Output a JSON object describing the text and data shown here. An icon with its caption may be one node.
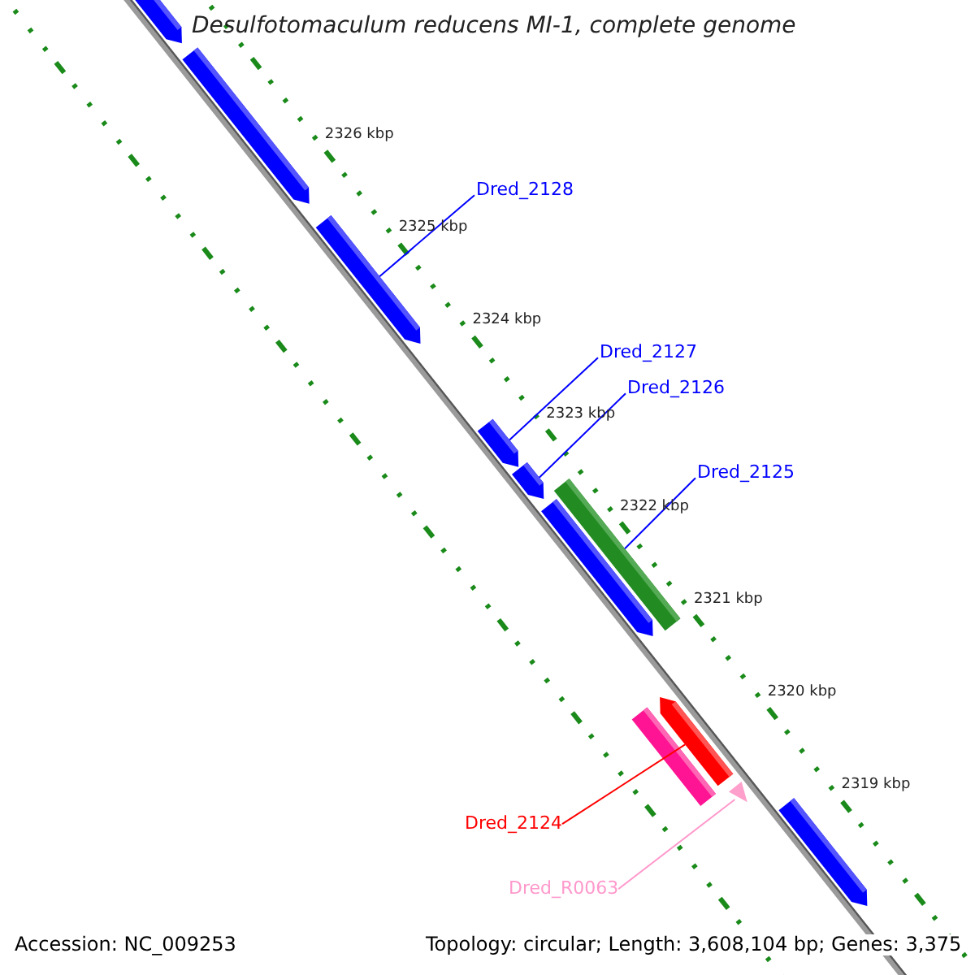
{
  "diagram": {
    "title": "Desulfotomaculum reducens MI-1, complete genome",
    "nodes": [
      {
        "text": [],
        "shape": "arrow"
      },
      {
        "text": [],
        "shape": "arrow"
      },
      {
        "text": [
          "Dred_2128"
        ]
      },
      {
        "text": [],
        "shape": "arrow"
      },
      {
        "text": [
          "Dred_2127"
        ]
      },
      {
        "text": [
          "Dred_2126"
        ]
      },
      {
        "text": [],
        "shape": "arrow"
      },
      {
        "text": [],
        "shape": "arrow"
      },
      {
        "text": [
          "Dred_2125"
        ]
      },
      {
        "text": [],
        "shape": "arrow"
      },
      {
        "text": [],
        "shape": "arrow"
      },
      {
        "text": [],
        "shape": "arrow"
      },
      {
        "text": [],
        "shape": "arrow"
      },
      {
        "text": [],
        "shape": "arrow"
      },
      {
        "text": [
          "Dred_2124"
        ]
      },
      {
        "text": [
          "Dred_R0063"
        ]
      },
      {
        "text": [],
        "shape": "arrow"
      }
    ],
    "edges": [
      {
        "from": 2,
        "to": 3,
        "arrow": "none"
      },
      {
        "from": 4,
        "to": 6,
        "arrow": "none"
      },
      {
        "from": 5,
        "to": 7,
        "arrow": "none"
      },
      {
        "from": 8,
        "to": 10,
        "arrow": "none"
      },
      {
        "from": 14,
        "to": 11,
        "arrow": "none",
        "color": "#ff0000"
      },
      {
        "from": 15,
        "to": 13,
        "arrow": "none",
        "color": "#ff99cc"
      }
    ],
    "labels": [
      "2326 kbp",
      "2325 kbp",
      "2324 kbp",
      "2323 kbp",
      "2322 kbp",
      "2321 kbp",
      "2320 kbp",
      "2319 kbp",
      "Accession: NC_009253",
      "Topology: circular; Length: 3,608,104 bp; Genes: 3,375"
    ]
  }
}
